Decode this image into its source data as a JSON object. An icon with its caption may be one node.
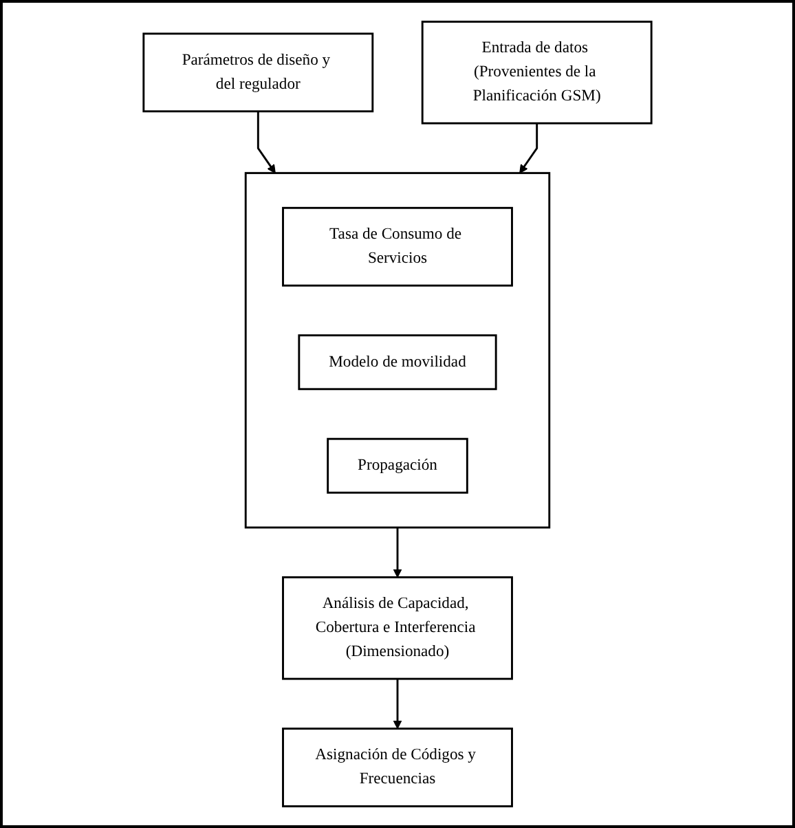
{
  "diagram": {
    "nodes": [
      {
        "text": [
          "Parámetros de diseño y del regulador"
        ]
      },
      {
        "text": [
          "Entrada de datos (Provenientes de la Planificación GSM)"
        ]
      },
      {
        "text": [],
        "shape": "box"
      },
      {
        "text": [
          "Tasa de Consumo de Servicios"
        ],
        "in": 2
      },
      {
        "text": [
          "Modelo de movilidad"
        ],
        "in": 2
      },
      {
        "text": [
          "Propagación"
        ],
        "in": 2
      },
      {
        "text": [
          "Análisis de Capacidad, Cobertura e Interferencia (Dimensionado)"
        ]
      },
      {
        "text": [
          "Asignación de Códigos y Frecuencias"
        ]
      }
    ],
    "edges": [
      {
        "from": 0,
        "to": 2,
        "arrow": "to"
      },
      {
        "from": 1,
        "to": 2,
        "arrow": "to"
      },
      {
        "from": 2,
        "to": 6,
        "arrow": "to"
      },
      {
        "from": 6,
        "to": 7,
        "arrow": "to"
      }
    ]
  }
}
